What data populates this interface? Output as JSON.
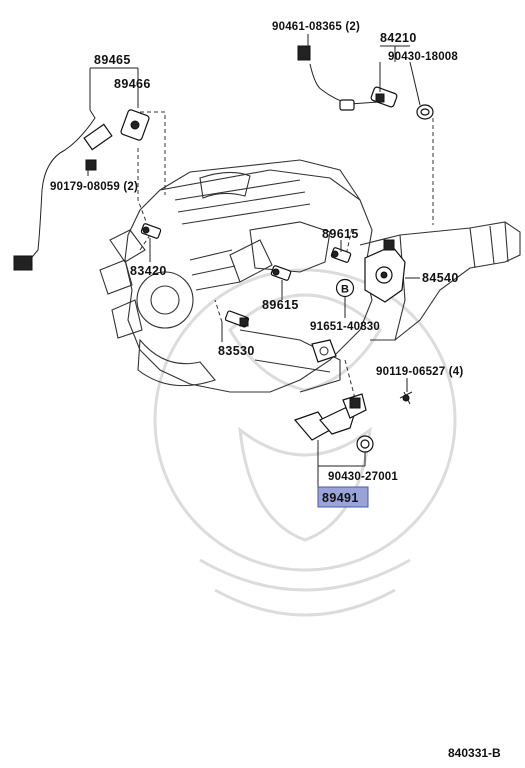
{
  "diagram": {
    "callouts": {
      "p90461": "90461-08365 (2)",
      "p84210": "84210",
      "p90430a": "90430-18008",
      "p89465": "89465",
      "p89466": "89466",
      "p90179": "90179-08059 (2)",
      "p83420": "83420",
      "p89615a": "89615",
      "p89615b": "89615",
      "p84540": "84540",
      "p91651": "91651-40830",
      "p83530": "83530",
      "p90119": "90119-06527 (4)",
      "p90430b": "90430-27001",
      "p89491": "89491",
      "marker_b": "B"
    },
    "highlight_color": "#9aa4d8",
    "figure_code": "840331-B"
  }
}
